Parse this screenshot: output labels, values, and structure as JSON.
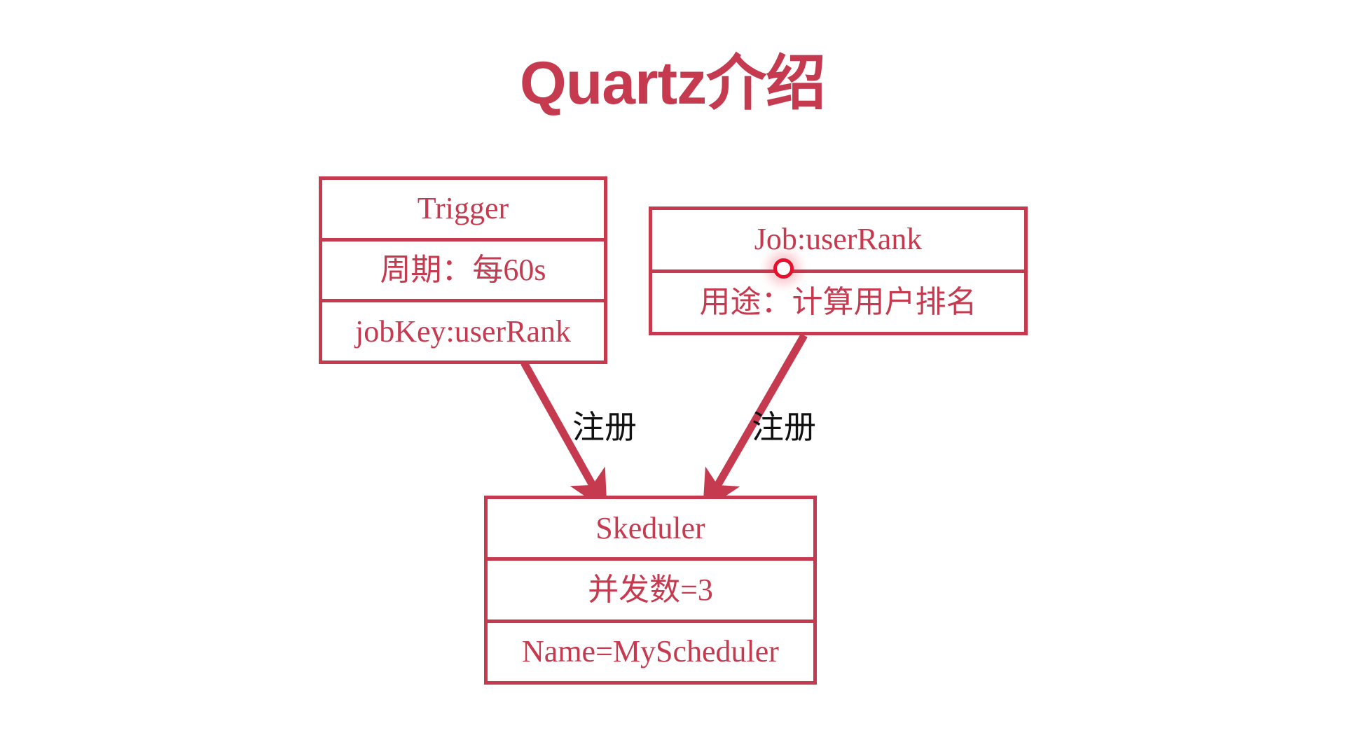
{
  "page": {
    "title": "Quartz介绍",
    "background_color": "#ffffff",
    "accent_color": "#c63a4f",
    "label_color": "#111111",
    "cursor_color": "#e8112d"
  },
  "diagram": {
    "type": "flow-diagram",
    "nodes": [
      {
        "id": "trigger",
        "name": "trigger-box",
        "rows": [
          "Trigger",
          "周期：每60s",
          "jobKey:userRank"
        ]
      },
      {
        "id": "job",
        "name": "job-box",
        "rows": [
          "Job:userRank",
          "用途：计算用户排名"
        ]
      },
      {
        "id": "scheduler",
        "name": "scheduler-box",
        "rows": [
          "Skeduler",
          "并发数=3",
          "Name=MyScheduler"
        ]
      }
    ],
    "edges": [
      {
        "id": "trigger-to-scheduler",
        "from": "trigger",
        "to": "scheduler",
        "label": "注册"
      },
      {
        "id": "job-to-scheduler",
        "from": "job",
        "to": "scheduler",
        "label": "注册"
      }
    ]
  }
}
